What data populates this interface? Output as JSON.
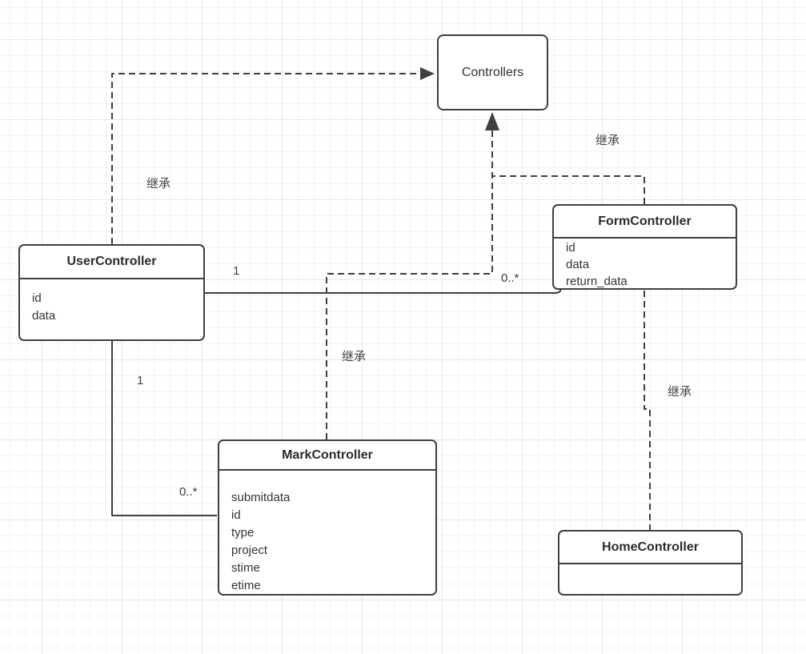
{
  "diagram": {
    "type": "uml-class-diagram",
    "stroke_color": "#3f3f3f",
    "text_color": "#333333",
    "background": "#ffffff"
  },
  "nodes": [
    {
      "name": "Controllers",
      "attributes": []
    },
    {
      "name": "UserController",
      "attributes": [
        "id",
        "data"
      ]
    },
    {
      "name": "FormController",
      "attributes": [
        "id",
        "data",
        "return_data"
      ]
    },
    {
      "name": "MarkController",
      "attributes": [
        "submitdata",
        "id",
        "type",
        "project",
        "stime",
        "etime"
      ]
    },
    {
      "name": "HomeController",
      "attributes": []
    }
  ],
  "edges": [
    {
      "from": "UserController",
      "to": "Controllers",
      "type": "inheritance",
      "label": "继承"
    },
    {
      "from": "MarkController",
      "to": "Controllers",
      "type": "inheritance",
      "label": "继承"
    },
    {
      "from": "FormController",
      "to": "Controllers",
      "type": "inheritance",
      "label": "继承"
    },
    {
      "from": "HomeController",
      "to": "FormController",
      "type": "inheritance",
      "label": "继承"
    },
    {
      "from": "UserController",
      "to": "FormController",
      "type": "association",
      "source_multiplicity": "1",
      "target_multiplicity": "0..*"
    },
    {
      "from": "UserController",
      "to": "MarkController",
      "type": "association",
      "source_multiplicity": "1",
      "target_multiplicity": "0..*"
    }
  ]
}
